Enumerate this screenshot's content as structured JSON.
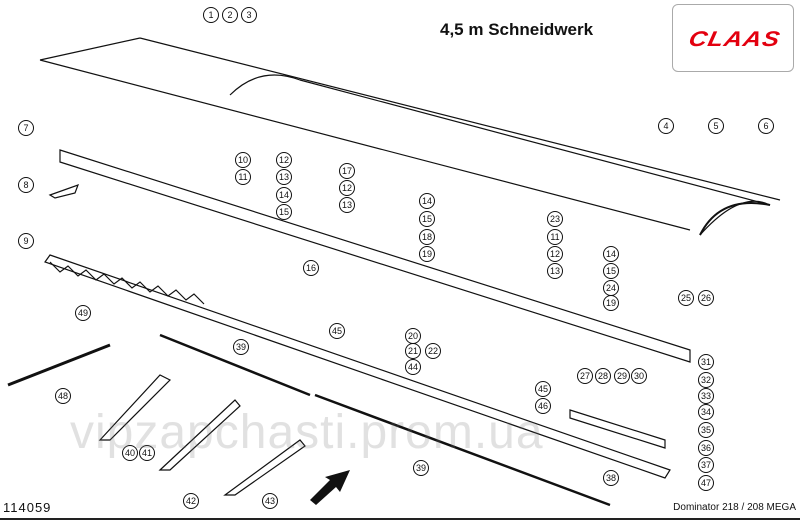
{
  "title": "4,5 m Schneidwerk",
  "brand_logo": "CLAAS",
  "brand_color": "#e3000f",
  "drawing_number": "114059",
  "model": "Dominator 218 / 208 MEGA",
  "watermark": "vipzapchasti.prom.ua",
  "callouts": [
    "1",
    "2",
    "3",
    "7",
    "4",
    "5",
    "6",
    "10",
    "11",
    "12",
    "13",
    "14",
    "15",
    "8",
    "17",
    "12",
    "13",
    "14",
    "15",
    "18",
    "19",
    "23",
    "11",
    "12",
    "13",
    "14",
    "15",
    "24",
    "19",
    "9",
    "16",
    "25",
    "26",
    "49",
    "45",
    "20",
    "21",
    "44",
    "22",
    "39",
    "31",
    "48",
    "27",
    "28",
    "29",
    "30",
    "32",
    "33",
    "34",
    "35",
    "45",
    "46",
    "36",
    "37",
    "47",
    "38",
    "40",
    "41",
    "42",
    "43",
    "39"
  ]
}
